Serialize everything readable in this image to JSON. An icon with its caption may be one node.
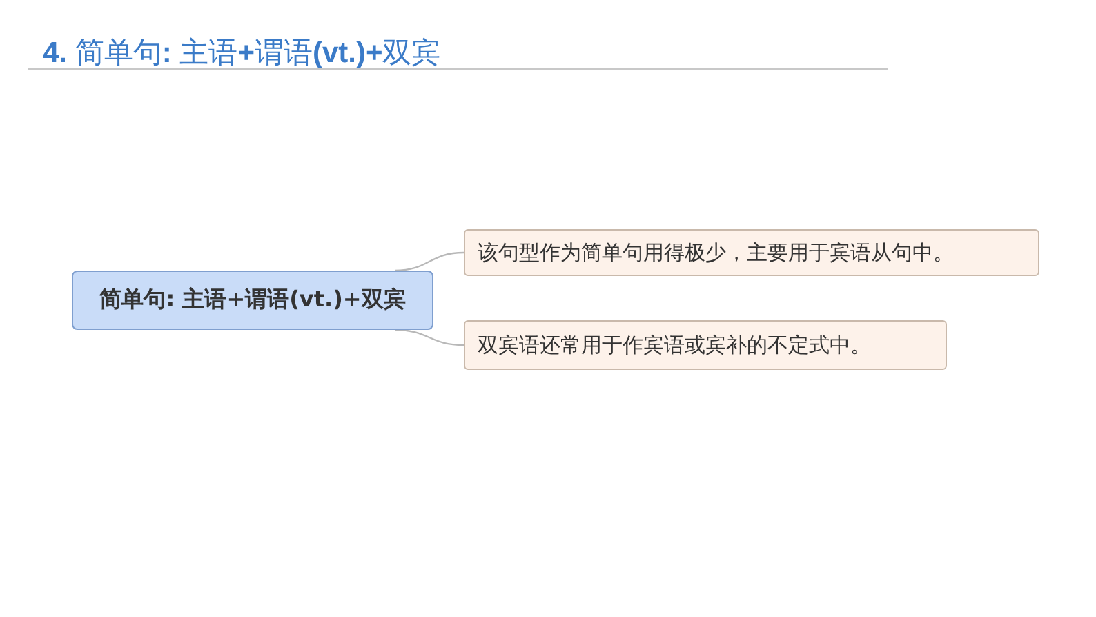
{
  "diagram": {
    "title": "**4.** 简单句**:** 主语**+**谓语**(vt.)+**双宾",
    "nodes": [
      {
        "text": [
          "简单句: 主语+谓语(vt.)+双宾"
        ]
      },
      {
        "text": [
          "该句型作为简单句用得极少，主要用于宾语从句中。"
        ]
      },
      {
        "text": [
          "双宾语还常用于作宾语或宾补的不定式中。"
        ]
      }
    ],
    "edges": [
      {
        "from": 0,
        "to": 1,
        "arrow": "none"
      },
      {
        "from": 0,
        "to": 2,
        "arrow": "none"
      }
    ]
  }
}
